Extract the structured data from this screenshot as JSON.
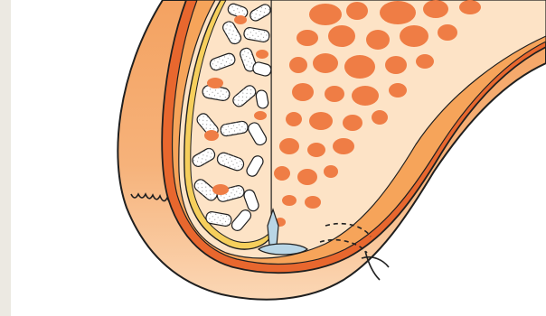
{
  "illustration": {
    "subject": "bone-graft-cross-section",
    "colors": {
      "background": "#ffffff",
      "left_margin": "#ece9e2",
      "periosteum_outer": "#f4a261",
      "cortex_band": "#e8672e",
      "cancellous_matrix": "#fde3c6",
      "marrow_spaces": "#ef7d45",
      "graft_membrane": "#f6cf5c",
      "graft_particles": "#ffffff",
      "particle_speckle": "#9a9a9a",
      "fixation_pin": "#b9d6e6",
      "suture": "#222222",
      "outline": "#1f1f1f"
    },
    "parts": [
      "bone-outline",
      "cortical-band",
      "cancellous-bone",
      "graft-particles",
      "barrier-membrane",
      "fixation-pin",
      "suture"
    ]
  }
}
